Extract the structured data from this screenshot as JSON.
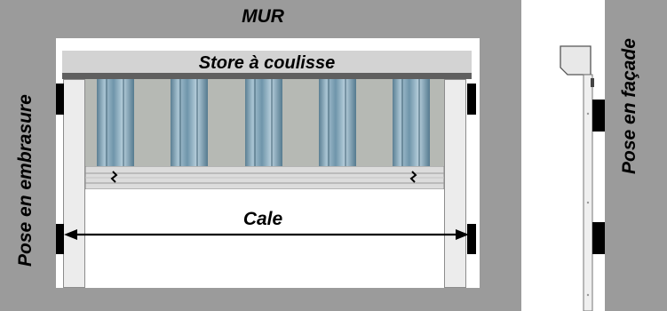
{
  "labels": {
    "wall": "MUR",
    "blind_header": "Store à coulisse",
    "span": "Cale",
    "recess_mount": "Pose en embrasure",
    "facade_mount": "Pose en façade"
  },
  "colors": {
    "wall": "#9b9b9b",
    "rail": "#ececec",
    "bracket": "#000000",
    "fabric": "#b6b9b4",
    "slat": "#7ea3b5"
  }
}
